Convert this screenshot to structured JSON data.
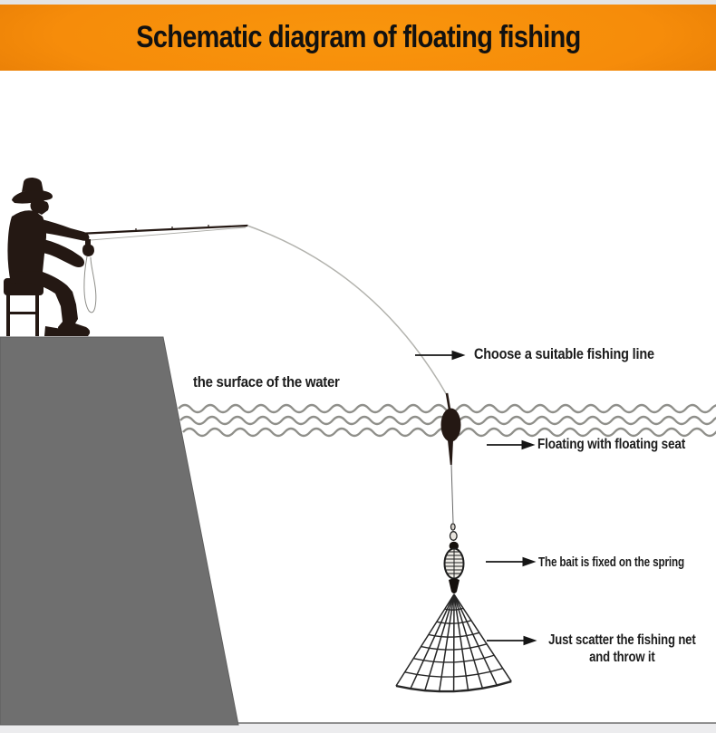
{
  "header": {
    "title": "Schematic diagram of floating fishing"
  },
  "diagram": {
    "labels": {
      "water_surface": "the surface of the water",
      "fishing_line": "Choose a suitable fishing line",
      "float_seat": "Floating with floating seat",
      "bait_spring": "The bait is fixed on the spring",
      "net_line1": "Just scatter the fishing net",
      "net_line2": "and throw it"
    },
    "icons": [
      "fisherman-silhouette-icon",
      "fishing-rod-icon",
      "fishing-line-icon",
      "water-waves-icon",
      "float-bobber-icon",
      "spring-feeder-icon",
      "fishing-net-icon",
      "pointer-arrow-icon"
    ]
  },
  "colors": {
    "header-bg": "#F68C0A",
    "header-bg-light": "#F9950C",
    "header-bg-dark": "#E97F06",
    "header-text": "#111111",
    "cliff": "#6F6F6F",
    "silhouette": "#241813",
    "wave": "#8F8F8A",
    "label": "#1C1C1C",
    "line": "#B3B3AE",
    "net": "#262626",
    "arrow": "#161616"
  }
}
